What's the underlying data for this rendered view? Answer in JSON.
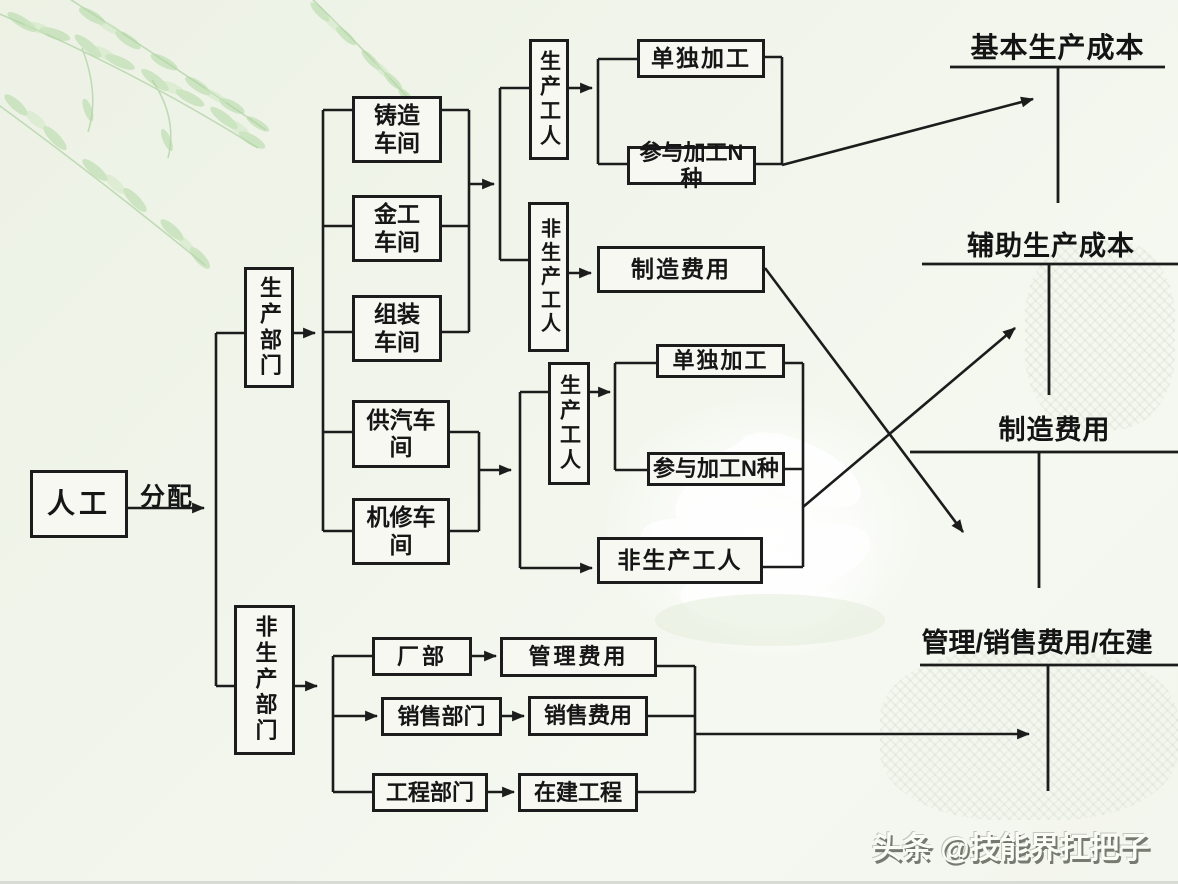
{
  "palette": {
    "line": "#1c1c1c",
    "box_border": "#1c1c1c",
    "box_fill": "#f6f8f1",
    "background": "#eff3e9",
    "foliage_green": "#b7dca9",
    "watermark_fill": "#fcfcf7",
    "watermark_shadow": "#5f645a"
  },
  "flow": {
    "labor": "人工",
    "allocation": "分配",
    "production_dept": "生产部门",
    "non_production_dept": "非生产部门",
    "casting_workshop": "铸造\n车间",
    "metalworking_workshop": "金工\n车间",
    "assembly_workshop": "组装\n车间",
    "steam_supply_workshop": "供汽车\n间",
    "machine_repair_workshop": "机修车\n间",
    "production_workers_main": "生产工人",
    "non_production_workers_main": "非生产工人",
    "separate_processing_main": "单独加工",
    "joint_processing_main": "参与加工N种",
    "manufacturing_overhead_source": "制造费用",
    "production_workers_aux": "生产工人",
    "separate_processing_aux": "单独加工",
    "joint_processing_aux": "参与加工N种",
    "non_production_workers_aux": "非生产工人",
    "factory_headquarters": "厂部",
    "administrative_expense": "管理费用",
    "sales_department": "销售部门",
    "selling_expense": "销售费用",
    "engineering_department": "工程部门",
    "construction_in_progress": "在建工程"
  },
  "t_accounts": {
    "basic_production_cost": "基本生产成本",
    "auxiliary_production_cost": "辅助生产成本",
    "manufacturing_overhead": "制造费用",
    "admin_selling_construction": "管理/销售费用/在建"
  },
  "watermark": {
    "text": "头条 @技能界扛把子"
  }
}
